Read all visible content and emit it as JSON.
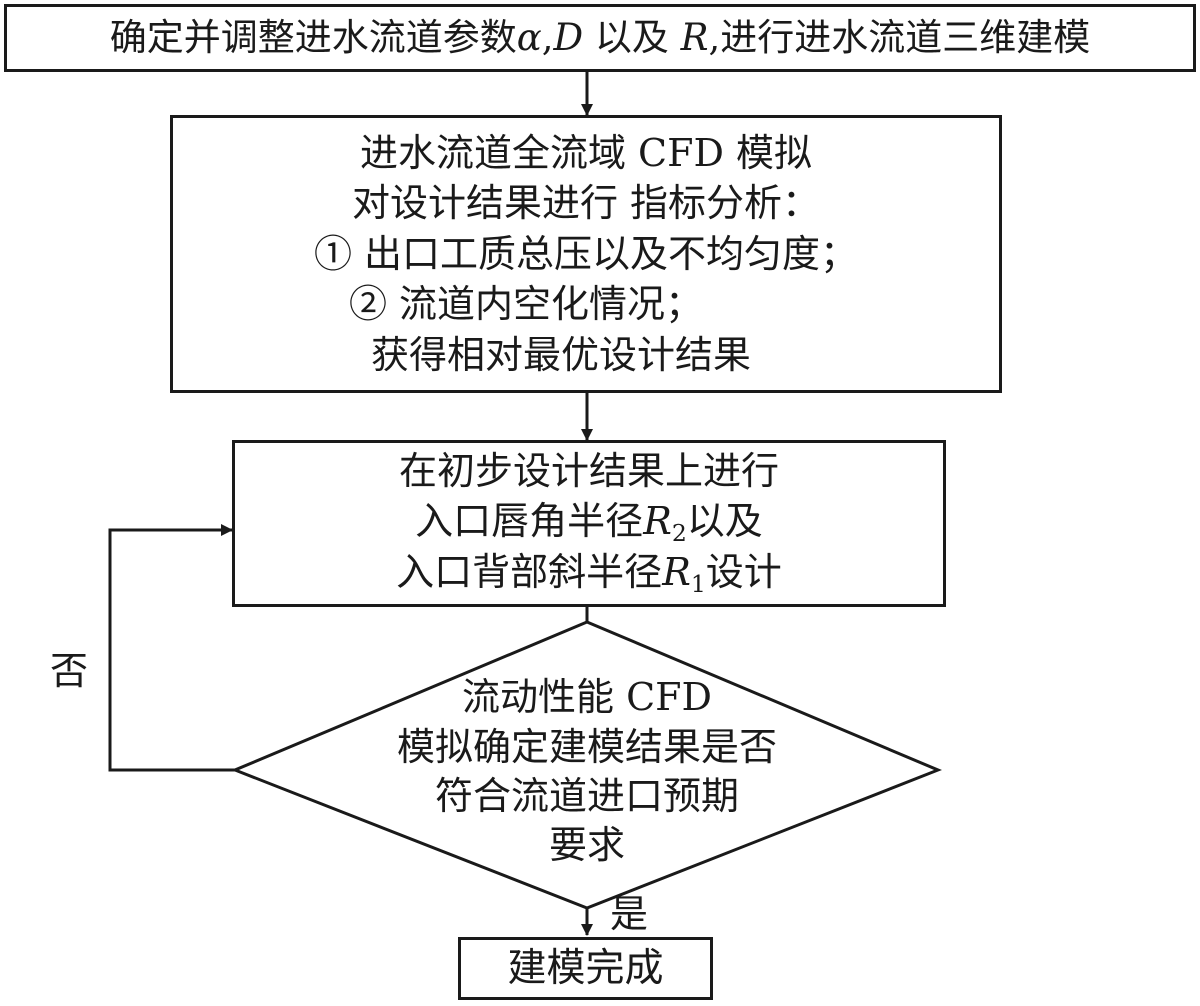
{
  "steps": {
    "step1": {
      "lead": "确定并调整进水流道参数",
      "alpha": "α",
      "comma1": ",",
      "d": "D",
      "mid": " 以及 ",
      "r": "R",
      "tail": ",进行进水流道三维建模"
    },
    "step2": {
      "lines": [
        "进水流道全流域 CFD 模拟",
        "对设计结果进行 指标分析：",
        "① 出口工质总压以及不均匀度；",
        "② 流道内空化情况；",
        "获得相对最优设计结果"
      ]
    },
    "step3": {
      "line1": "在初步设计结果上进行",
      "line2_lead": "入口唇角半径",
      "r2_main": "R",
      "r2_sub": "2",
      "line2_tail": "以及",
      "line3_lead": "入口背部斜半径",
      "r1_main": "R",
      "r1_sub": "1",
      "line3_tail": "设计"
    },
    "decision": {
      "lines": [
        "流动性能 CFD",
        "模拟确定建模结果是否",
        "符合流道进口预期",
        "要求"
      ]
    },
    "end": {
      "label": "建模完成"
    }
  },
  "labels": {
    "no": "否",
    "yes": "是"
  },
  "colors": {
    "stroke": "#1a1a1a",
    "background": "#ffffff"
  }
}
